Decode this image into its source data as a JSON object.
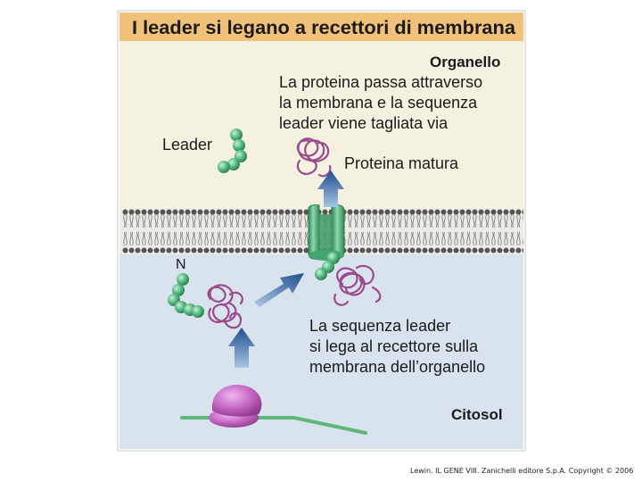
{
  "title": "I leader si legano a recettori di membrana",
  "organelle": {
    "heading": "Organello",
    "caption": [
      "La proteina passa attraverso",
      "la membrana e la sequenza",
      "leader viene tagliata via"
    ],
    "leader_label": "Leader",
    "mature_label": "Proteina matura"
  },
  "cytosol": {
    "heading": "Citosol",
    "n_label": "N",
    "caption": [
      "La sequenza leader",
      "si lega al recettore sulla",
      "membrana dell’organello"
    ]
  },
  "credit": "Lewin. IL GENE VIII. Zanichelli editore S.p.A. Copyright © 2006",
  "colors": {
    "title_band": "#f2c179",
    "organelle_bg": "#f5f1e0",
    "cytosol_bg": "#d9e3ee",
    "receptor": "#4fb27a",
    "arrow": "#1f4f8f",
    "protein": "#9b4b8d",
    "ribosome": "#c262c0",
    "mrna": "#5fb878"
  }
}
